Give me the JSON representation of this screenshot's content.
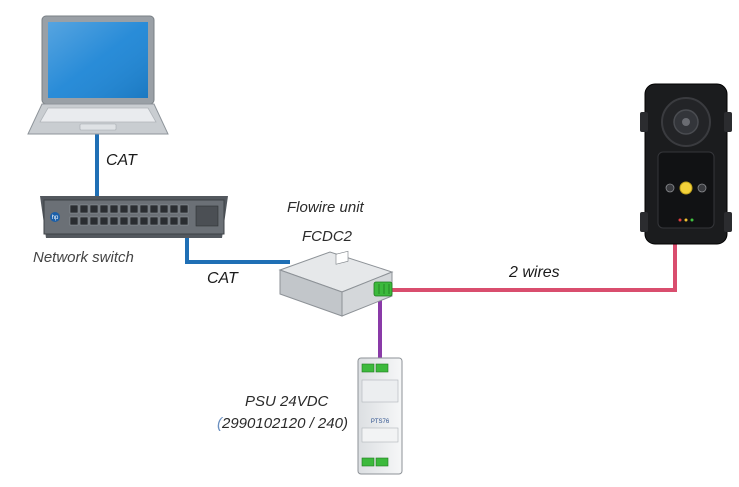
{
  "labels": {
    "cat_laptop": "CAT",
    "cat_switch": "CAT",
    "network_switch": "Network switch",
    "flowire_unit": "Flowire unit",
    "fcdc_model": "FCDC2",
    "two_wires": "2 wires",
    "psu": "PSU 24VDC",
    "psu_model_open": "(",
    "psu_model": "2990102120 / 240)"
  },
  "devices": {
    "switch_brand": "hp",
    "psu_model_text": "PTS76"
  },
  "colors": {
    "cat_cable": "#1f6fb5",
    "power_wire": "#d94d6e",
    "psu_wire": "#8a3aa8",
    "terminal_green": "#3cb93c"
  }
}
